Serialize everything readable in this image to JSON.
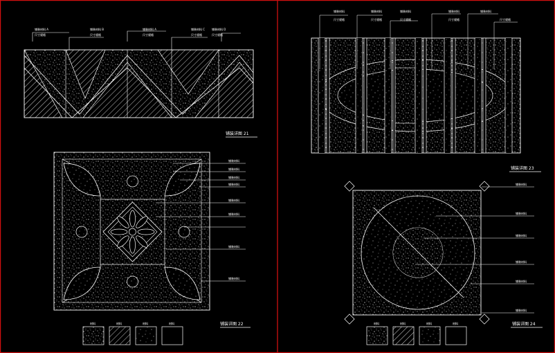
{
  "colors": {
    "background": "#000000",
    "drawing": "#ffffff",
    "frame": "#d01010"
  },
  "drawing_21": {
    "title": "铺装详图 21",
    "labels": [
      "铺装材料 A",
      "铺装材料 B",
      "铺装材料 A",
      "铺装材料 C",
      "铺装材料 D"
    ],
    "sublabels": [
      "尺寸规格",
      "尺寸规格",
      "尺寸规格",
      "尺寸规格",
      "尺寸规格"
    ]
  },
  "drawing_22": {
    "title": "铺装详图 22",
    "labels": [
      "铺装材料",
      "铺装材料",
      "铺装材料",
      "铺装材料",
      "铺装材料",
      "铺装材料",
      "铺装材料",
      "铺装材料"
    ],
    "legend": [
      "材料",
      "材料",
      "材料",
      "材料"
    ]
  },
  "drawing_23": {
    "title": "铺装详图 23",
    "labels": [
      "铺装材料",
      "铺装材料",
      "铺装材料",
      "铺装材料",
      "铺装材料"
    ],
    "sublabels": [
      "尺寸规格",
      "尺寸规格",
      "尺寸规格",
      "尺寸规格",
      "尺寸规格"
    ]
  },
  "drawing_24": {
    "title": "铺装详图 24",
    "labels": [
      "铺装材料",
      "铺装材料",
      "铺装材料",
      "铺装材料",
      "铺装材料",
      "铺装材料"
    ],
    "legend": [
      "材料",
      "材料",
      "材料",
      "材料"
    ]
  }
}
